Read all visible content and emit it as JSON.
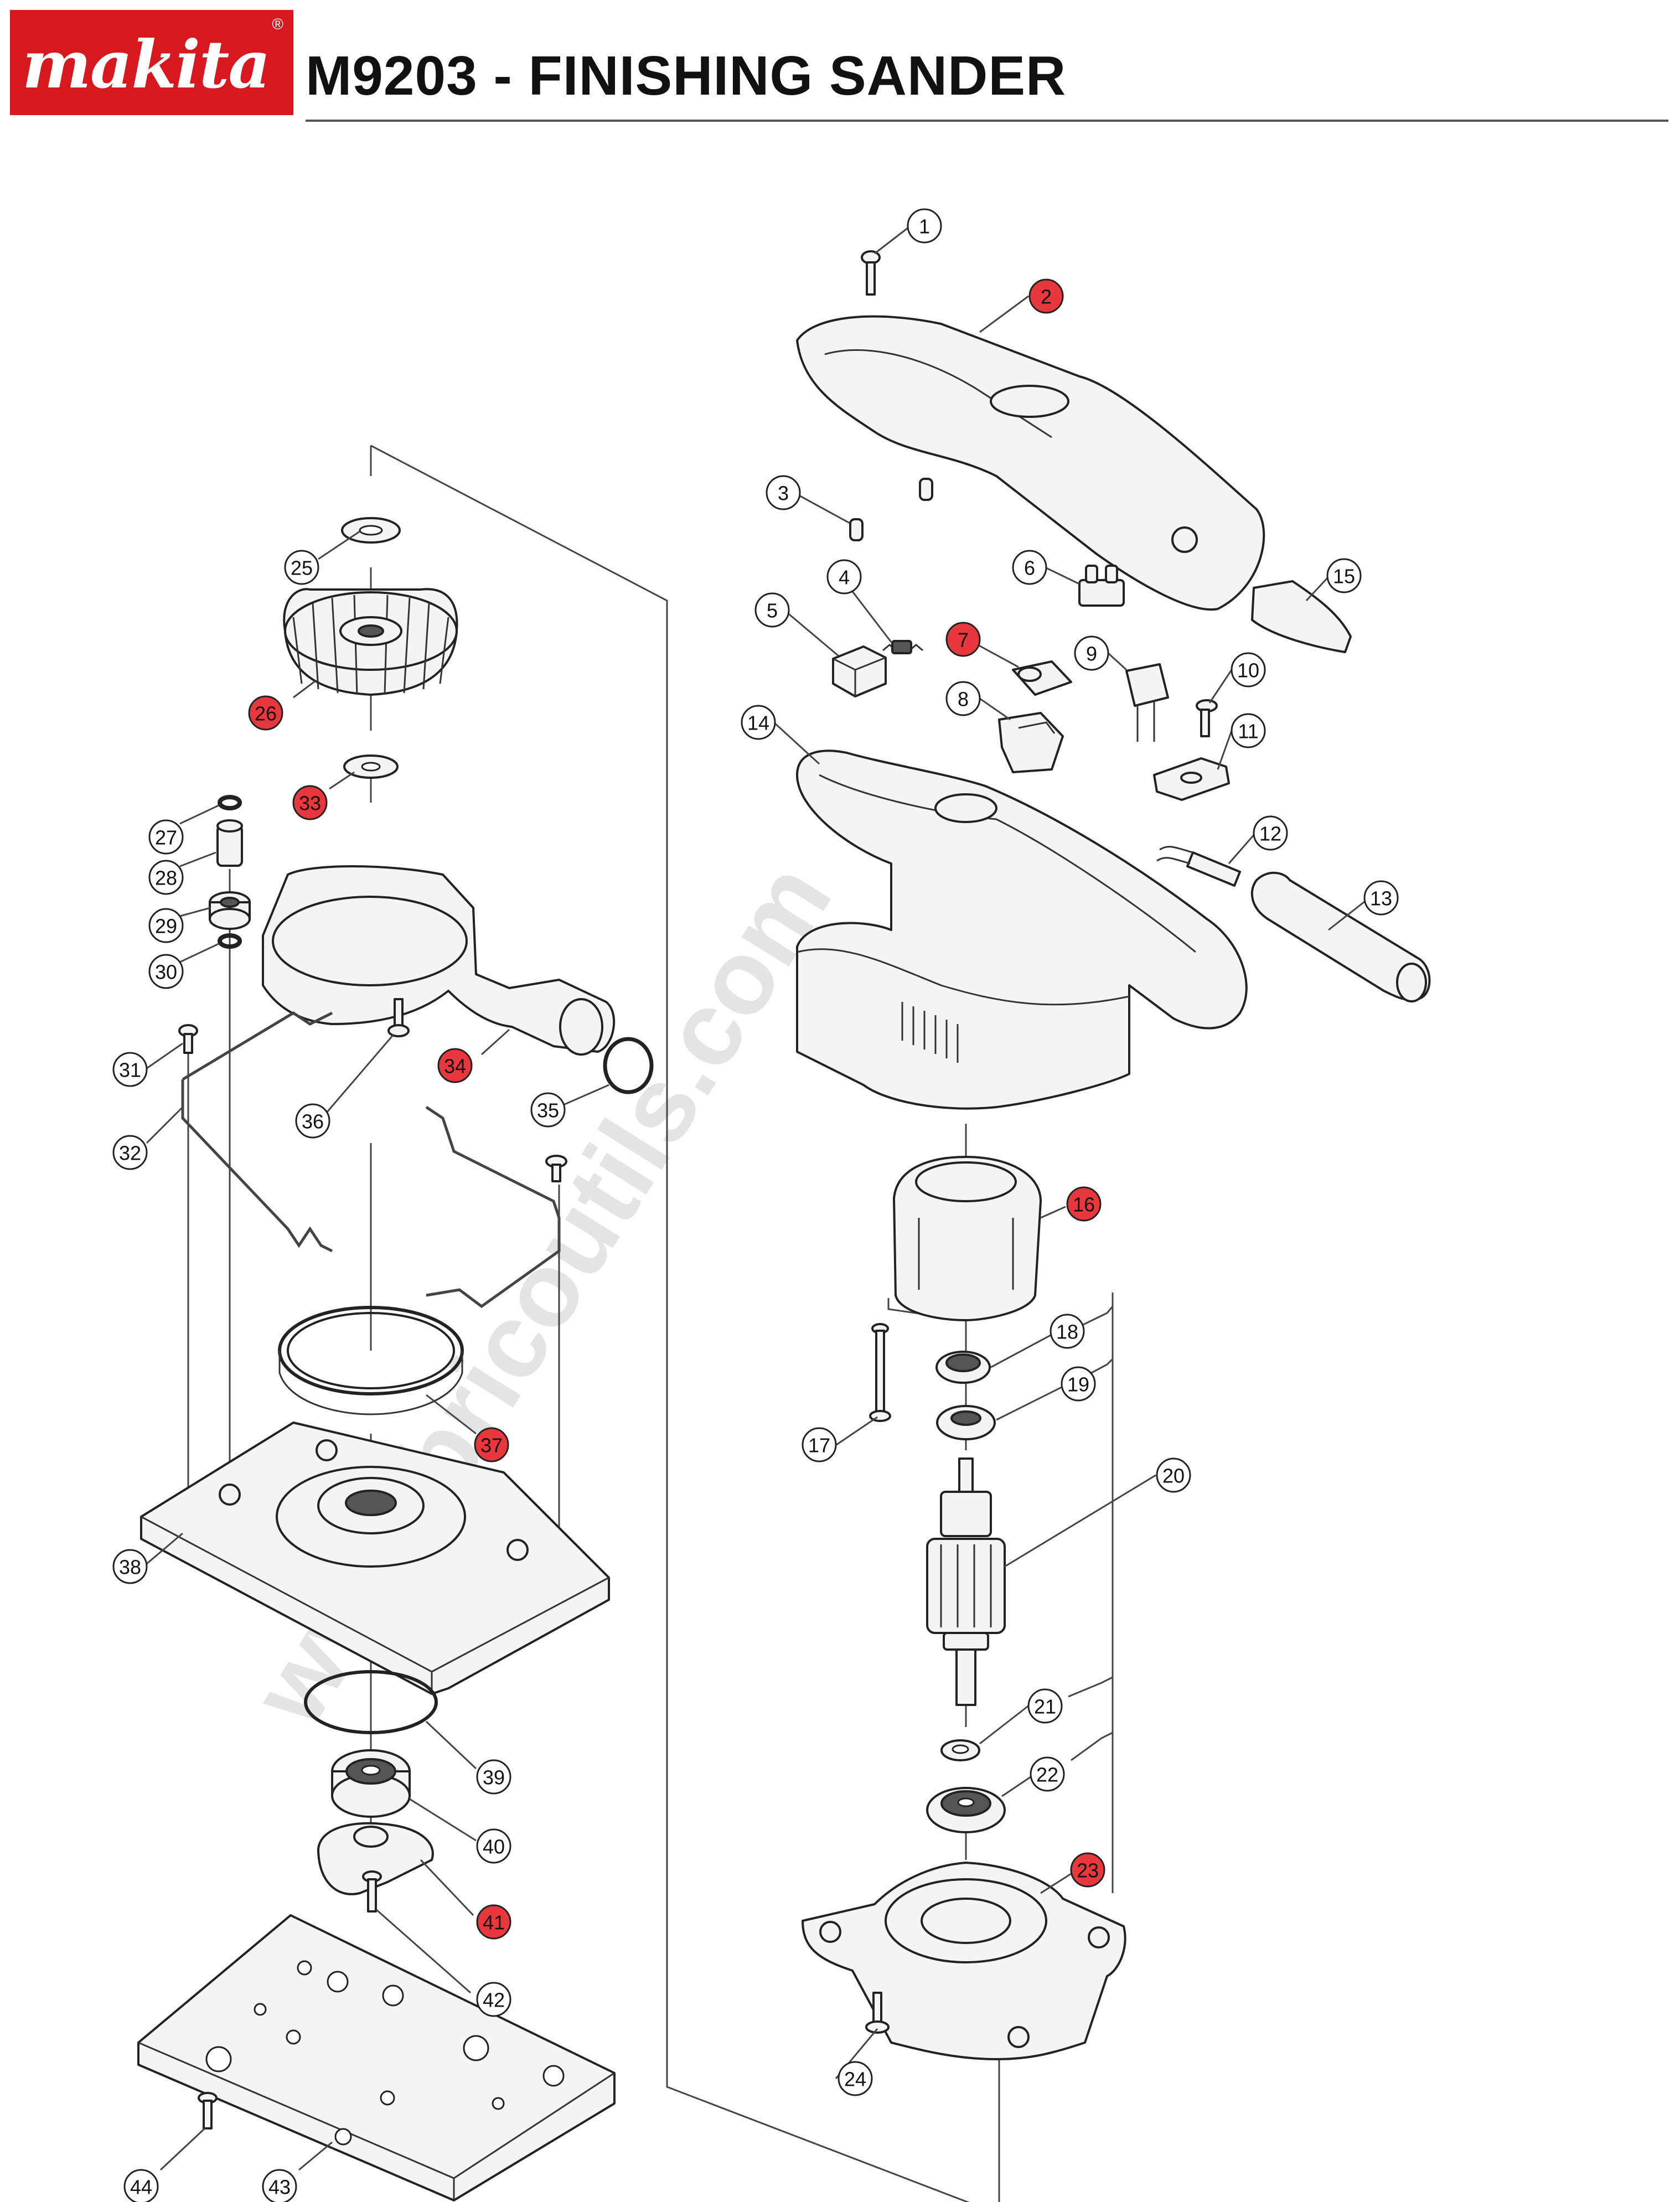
{
  "header": {
    "brand": "makita",
    "title": "M9203 - FINISHING SANDER"
  },
  "watermark": "www.bricoutils.com",
  "colors": {
    "brand_red": "#d7191f",
    "highlight_callout": "#e8383d",
    "line": "#222222"
  },
  "callouts": [
    {
      "id": 1,
      "label": "1",
      "highlighted": false
    },
    {
      "id": 2,
      "label": "2",
      "highlighted": true
    },
    {
      "id": 3,
      "label": "3",
      "highlighted": false
    },
    {
      "id": 4,
      "label": "4",
      "highlighted": false
    },
    {
      "id": 5,
      "label": "5",
      "highlighted": false
    },
    {
      "id": 6,
      "label": "6",
      "highlighted": false
    },
    {
      "id": 7,
      "label": "7",
      "highlighted": true
    },
    {
      "id": 8,
      "label": "8",
      "highlighted": false
    },
    {
      "id": 9,
      "label": "9",
      "highlighted": false
    },
    {
      "id": 10,
      "label": "10",
      "highlighted": false
    },
    {
      "id": 11,
      "label": "11",
      "highlighted": false
    },
    {
      "id": 12,
      "label": "12",
      "highlighted": false
    },
    {
      "id": 13,
      "label": "13",
      "highlighted": false
    },
    {
      "id": 14,
      "label": "14",
      "highlighted": false
    },
    {
      "id": 15,
      "label": "15",
      "highlighted": false
    },
    {
      "id": 16,
      "label": "16",
      "highlighted": true
    },
    {
      "id": 17,
      "label": "17",
      "highlighted": false
    },
    {
      "id": 18,
      "label": "18",
      "highlighted": false
    },
    {
      "id": 19,
      "label": "19",
      "highlighted": false
    },
    {
      "id": 20,
      "label": "20",
      "highlighted": false
    },
    {
      "id": 21,
      "label": "21",
      "highlighted": false
    },
    {
      "id": 22,
      "label": "22",
      "highlighted": false
    },
    {
      "id": 23,
      "label": "23",
      "highlighted": true
    },
    {
      "id": 24,
      "label": "24",
      "highlighted": false
    },
    {
      "id": 25,
      "label": "25",
      "highlighted": false
    },
    {
      "id": 26,
      "label": "26",
      "highlighted": true
    },
    {
      "id": 27,
      "label": "27",
      "highlighted": false
    },
    {
      "id": 28,
      "label": "28",
      "highlighted": false
    },
    {
      "id": 29,
      "label": "29",
      "highlighted": false
    },
    {
      "id": 30,
      "label": "30",
      "highlighted": false
    },
    {
      "id": 31,
      "label": "31",
      "highlighted": false
    },
    {
      "id": 32,
      "label": "32",
      "highlighted": false
    },
    {
      "id": 33,
      "label": "33",
      "highlighted": true
    },
    {
      "id": 34,
      "label": "34",
      "highlighted": true
    },
    {
      "id": 35,
      "label": "35",
      "highlighted": false
    },
    {
      "id": 36,
      "label": "36",
      "highlighted": false
    },
    {
      "id": 37,
      "label": "37",
      "highlighted": true
    },
    {
      "id": 38,
      "label": "38",
      "highlighted": false
    },
    {
      "id": 39,
      "label": "39",
      "highlighted": false
    },
    {
      "id": 40,
      "label": "40",
      "highlighted": false
    },
    {
      "id": 41,
      "label": "41",
      "highlighted": true
    },
    {
      "id": 42,
      "label": "42",
      "highlighted": false
    },
    {
      "id": 43,
      "label": "43",
      "highlighted": false
    },
    {
      "id": 44,
      "label": "44",
      "highlighted": false
    }
  ]
}
